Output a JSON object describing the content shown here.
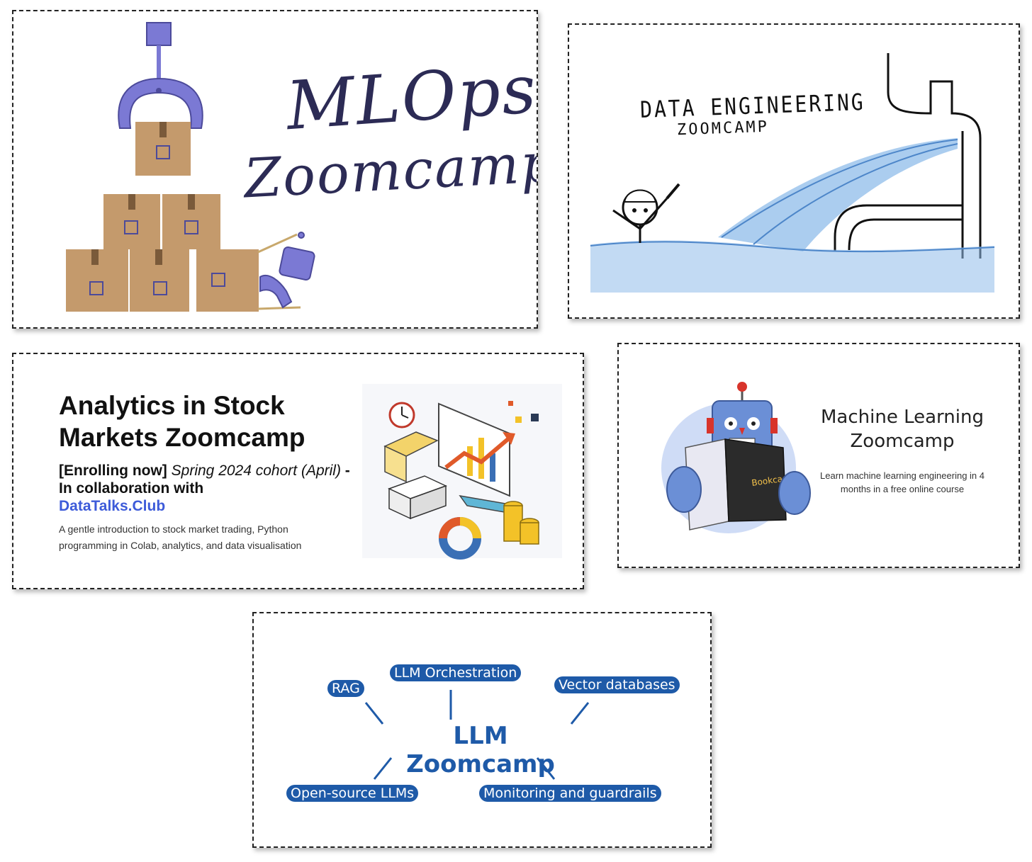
{
  "cards": {
    "mlops": {
      "line1": "MLOps",
      "line2": "Zoomcamp"
    },
    "data_engineering": {
      "line1": "DATA ENGINEERING",
      "line2": "ZOOMCAMP"
    },
    "stock": {
      "title": "Analytics in Stock Markets Zoomcamp",
      "enroll": "[Enrolling now]",
      "cohort": "Spring 2024 cohort (April)",
      "collab": "- In collaboration with",
      "club": "DataTalks.Club",
      "description": "A gentle introduction to stock market trading, Python programming in Colab, analytics, and data visualisation"
    },
    "ml": {
      "title": "Machine Learning Zoomcamp",
      "subtitle": "Learn machine learning engineering in 4 months in a free online course",
      "book_label": "Bookca"
    },
    "llm": {
      "title": "LLM Zoomcamp",
      "topics": [
        "RAG",
        "LLM Orchestration",
        "Vector databases",
        "Open-source LLMs",
        "Monitoring and guardrails"
      ]
    }
  },
  "colors": {
    "llm_blue": "#1e5aa8",
    "mlops_ink": "#2c2b55",
    "box_brown": "#c49a6c",
    "robot_purple": "#7b79d4",
    "water_blue": "#8fbce9",
    "club_blue": "#3d5bd9"
  }
}
